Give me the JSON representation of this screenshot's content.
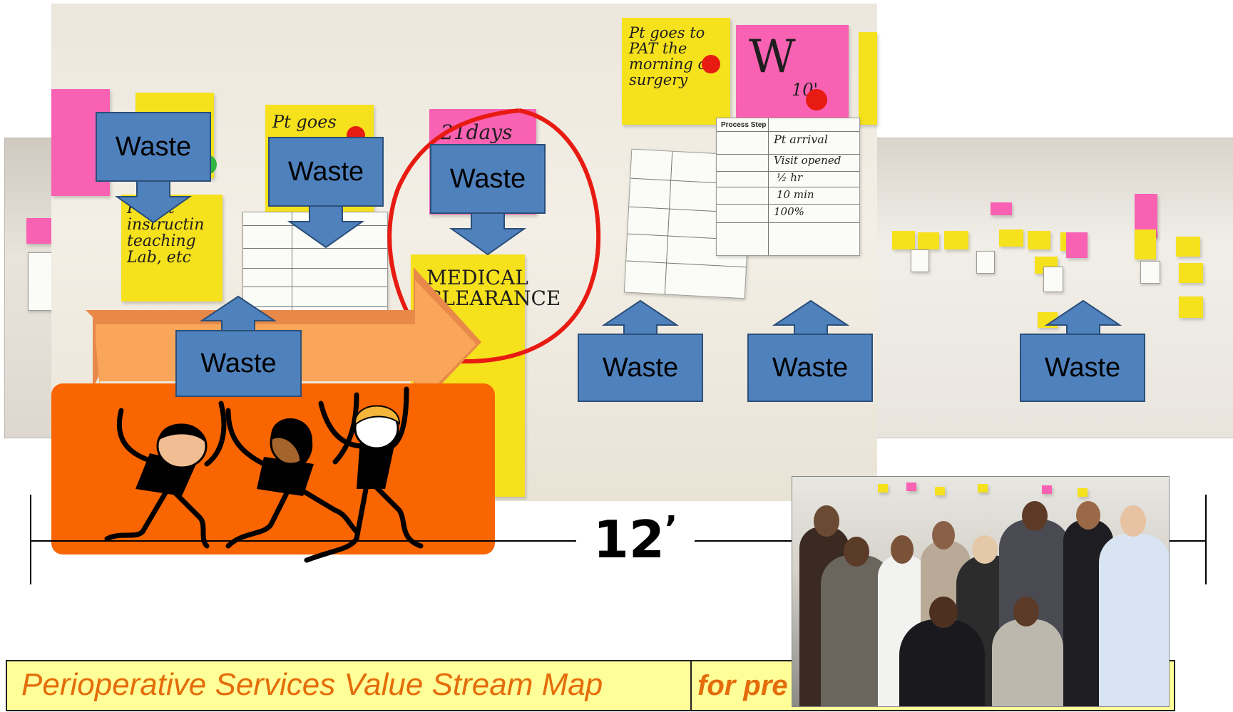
{
  "callouts": {
    "waste_label": "Waste"
  },
  "dimension": {
    "label": "12",
    "prime": "’"
  },
  "sticky_notes": {
    "pt_goes_main": "Pt goes",
    "instruction": "Pt got instructin teaching Lab, etc",
    "days": "21days",
    "medical": "MEDICAL CLEARANCE",
    "pt_goes_morning": "Pt goes to PAT the morning of surgery",
    "w_note": "W",
    "w_time": "10'"
  },
  "process_sheet": {
    "header": "Process Step",
    "arrival": "Pt arrival",
    "visit": "Visit opened",
    "hours": "½ hr",
    "minutes": "10 min",
    "percent": "100%"
  },
  "footer": {
    "title": "Perioperative Services Value Stream Map",
    "right_text": "for pre"
  },
  "colors": {
    "waste_fill": "#4f81bd",
    "arrow_orange": "#f9a55a",
    "footer_bg": "#ffff99",
    "footer_text": "#e46c0a",
    "red_circle": "#e81b12",
    "clipart_bg": "#f96500"
  },
  "icons": [
    "team-clipart-icon",
    "progress-arrow-icon"
  ]
}
